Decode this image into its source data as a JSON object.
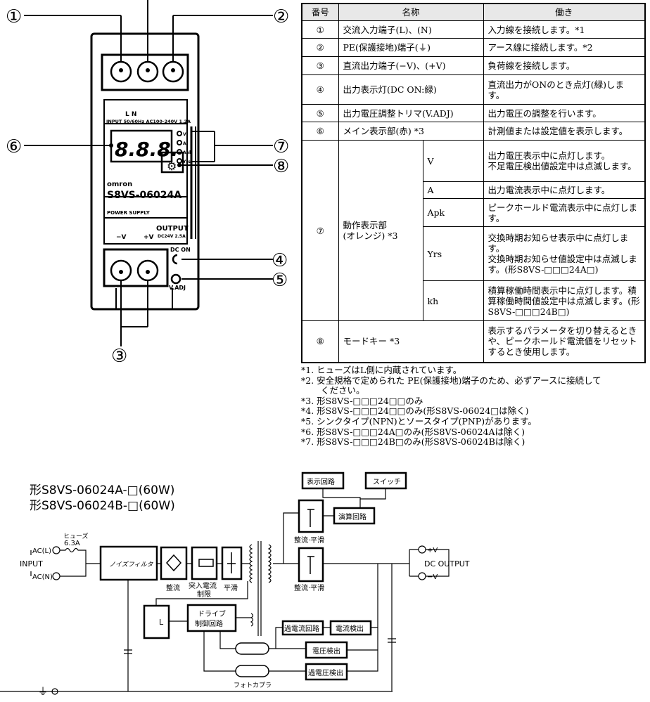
{
  "device": {
    "callouts": [
      "①",
      "②",
      "③",
      "④",
      "⑤",
      "⑥",
      "⑦",
      "⑧"
    ],
    "input_label": "L       N",
    "input_rating": "INPUT 50/60Hz AC100-240V 1.2A",
    "display_digits": "8.8.8.",
    "indicators": [
      "V",
      "A",
      "Apk",
      "Yrs"
    ],
    "brand": "omron",
    "model": "S8VS-06024A",
    "product": "POWER SUPPLY",
    "output_minus": "−V",
    "output_plus": "+V",
    "output_label": "OUTPUT",
    "output_rating": "DC24V 2.5A",
    "dc_on": "DC ON",
    "v_adj": "V.ADJ"
  },
  "table": {
    "headers": [
      "番号",
      "名称",
      "働き"
    ],
    "rows": [
      {
        "no": "①",
        "name": "交流入力端子(L)、(N)",
        "desc": "入力線を接続します。*1"
      },
      {
        "no": "②",
        "name": "PE(保護接地)端子(⏚)",
        "desc": "アース線に接続します。*2"
      },
      {
        "no": "③",
        "name": "直流出力端子(−V)、(+V)",
        "desc": "負荷線を接続します。"
      },
      {
        "no": "④",
        "name": "出力表示灯(DC ON:緑)",
        "desc": "直流出力がONのとき点灯(緑)します。"
      },
      {
        "no": "⑤",
        "name": "出力電圧調整トリマ(V.ADJ)",
        "desc": "出力電圧の調整を行います。"
      },
      {
        "no": "⑥",
        "name": "メイン表示部(赤) *3",
        "desc": "計測値または設定値を表示します。"
      }
    ],
    "row7": {
      "no": "⑦",
      "name": "動作表示部\n(オレンジ) *3",
      "subs": [
        {
          "key": "V",
          "desc": "出力電圧表示中に点灯します。\n不足電圧検出値設定中は点滅します。"
        },
        {
          "key": "A",
          "desc": "出力電流表示中に点灯します。"
        },
        {
          "key": "Apk",
          "desc": "ピークホールド電流表示中に点灯します。"
        },
        {
          "key": "Yrs",
          "desc": "交換時期お知らせ表示中に点灯します。\n交換時期お知らせ値設定中は点滅します。(形S8VS-□□□24A□)"
        },
        {
          "key": "kh",
          "desc": "積算稼働時間表示中に点灯します。積算稼働時間値設定中は点滅します。(形S8VS-□□□24B□)"
        }
      ]
    },
    "row8": {
      "no": "⑧",
      "name": "モードキー *3",
      "desc": "表示するパラメータを切り替えるときや、ピークホールド電流値をリセットするとき使用します。"
    }
  },
  "notes": [
    "*1. ヒューズはL側に内蔵されています。",
    "*2. 安全規格で定められた PE(保護接地)端子のため、必ずアースに接続して",
    "ください。",
    "*3. 形S8VS-□□□24□□のみ",
    "*4. 形S8VS-□□□24□□のみ(形S8VS-06024□は除く)",
    "*5. シンクタイプ(NPN)とソースタイプ(PNP)があります。",
    "*6. 形S8VS-□□□24A□のみ(形S8VS-06024Aは除く)",
    "*7. 形S8VS-□□□24B□のみ(形S8VS-06024Bは除く)"
  ],
  "circuit": {
    "title1": "形S8VS-06024A-□(60W)",
    "title2": "形S8VS-06024B-□(60W)",
    "input": "INPUT",
    "ac_l": "AC(L)",
    "ac_n": "AC(N)",
    "fuse": "ヒューズ",
    "fuse_rating": "6.3A",
    "noise_filter": "ノイズフィルタ",
    "rectify": "整流",
    "inrush1": "突入電流",
    "inrush2": "制限",
    "smooth": "平滑",
    "rect_smooth": "整流·平滑",
    "display_circuit": "表示回路",
    "switch": "スイッチ",
    "calc_circuit": "演算回路",
    "plus_v": "+V",
    "minus_v": "−V",
    "dc_output": "DC OUTPUT",
    "drive1": "ドライブ",
    "drive2": "制御回路",
    "overcurrent": "過電流回路",
    "current_detect": "電流検出",
    "voltage_detect": "電圧検出",
    "overvoltage_detect": "過電圧検出",
    "photocoupler": "フォトカプラ",
    "switch_l": "L"
  }
}
